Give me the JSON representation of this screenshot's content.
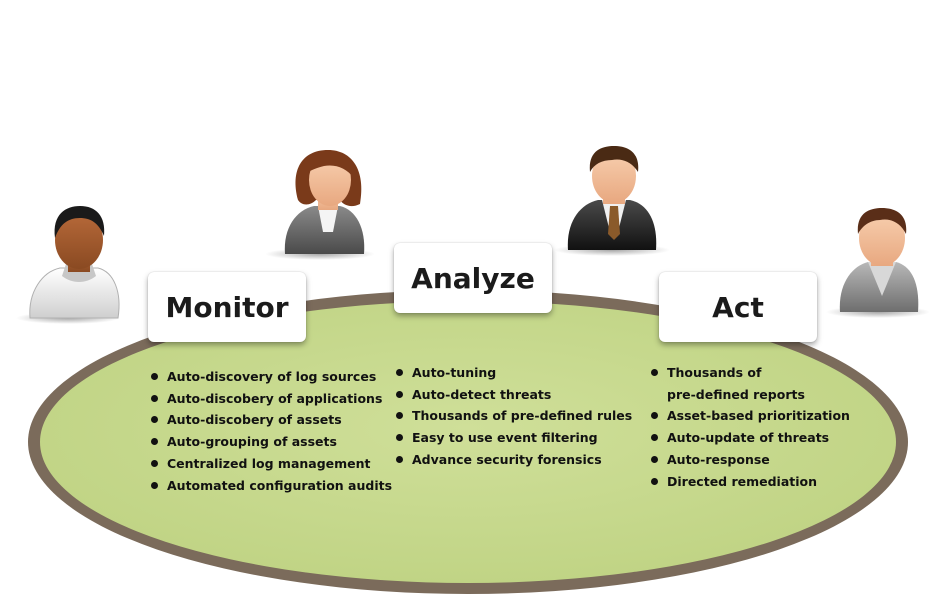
{
  "colors": {
    "table_fill": "#c7d88f",
    "table_rim": "#7a6a5a"
  },
  "icons": [
    "person-icon-man-tshirt",
    "person-icon-woman",
    "person-icon-man-suit",
    "person-icon-man-jacket"
  ],
  "columns": [
    {
      "title": "Monitor",
      "items": [
        "Auto-discovery of log sources",
        "Auto-discobery of applications",
        "Auto-discobery of assets",
        "Auto-grouping of assets",
        "Centralized log management",
        "Automated configuration audits"
      ]
    },
    {
      "title": "Analyze",
      "items": [
        "Auto-tuning",
        "Auto-detect threats",
        "Thousands of pre-defined rules",
        "Easy to use event filtering",
        "Advance security forensics"
      ]
    },
    {
      "title": "Act",
      "items": [
        "Thousands of",
        "pre-defined reports",
        "Asset-based prioritization",
        "Auto-update of threats",
        "Auto-response",
        "Directed remediation"
      ]
    }
  ]
}
